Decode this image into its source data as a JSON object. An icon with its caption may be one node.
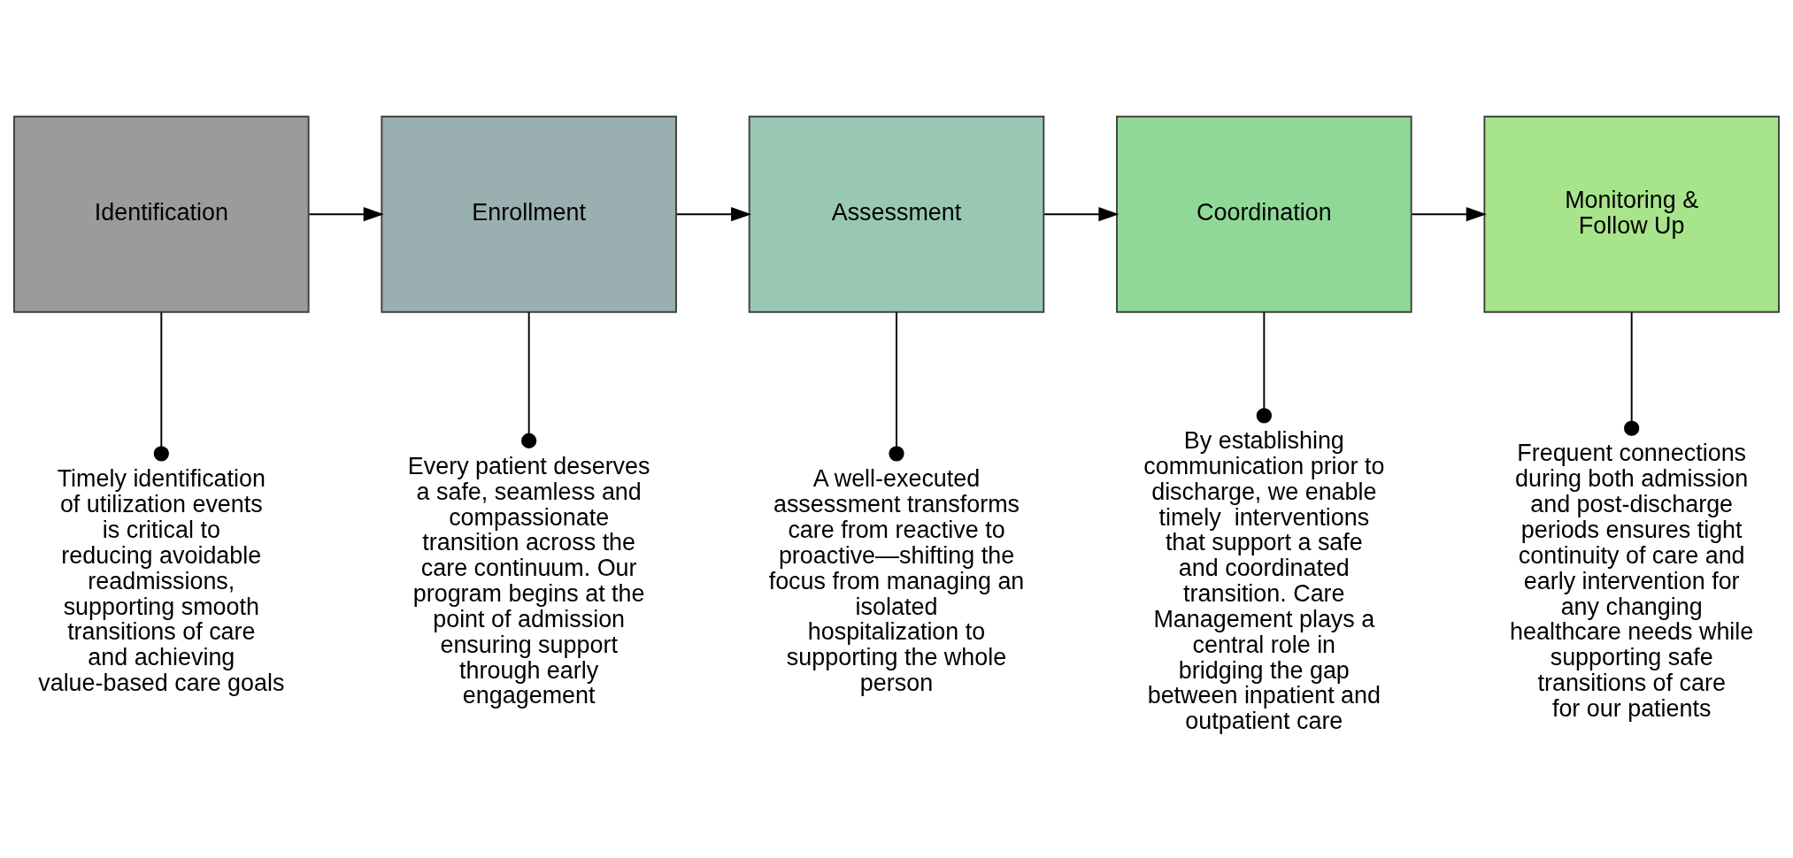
{
  "diagram": {
    "nodes": [
      {
        "text": [
          "Identification"
        ]
      },
      {
        "text": [
          "Enrollment"
        ]
      },
      {
        "text": [
          "Assessment"
        ]
      },
      {
        "text": [
          "Coordination"
        ]
      },
      {
        "text": [
          "Monitoring & Follow Up"
        ]
      },
      {
        "text": [
          "Timely identification of utilization events is critical to reducing avoidable readmissions, supporting smooth transitions of care and achieving value-based care goals"
        ]
      },
      {
        "text": [
          "Every patient deserves a safe, seamless and compassionate transition across the care continuum. Our program begins at the point of admission ensuring support through early engagement"
        ]
      },
      {
        "text": [
          "A well-executed assessment transforms care from reactive to proactive—shifting the focus from managing an isolated hospitalization to supporting the whole person"
        ]
      },
      {
        "text": [
          "By establishing communication prior to discharge, we enable timely  interventions that support a safe and coordinated transition. Care Management plays a central role in bridging the gap between inpatient and outpatient care"
        ]
      },
      {
        "text": [
          "Frequent connections during both admission and post-discharge periods ensures tight continuity of care and early intervention for any changing healthcare needs while supporting safe transitions of care for our patients"
        ]
      }
    ],
    "edges": [
      {
        "from": 0,
        "to": 1,
        "arrow": "to"
      },
      {
        "from": 1,
        "to": 2,
        "arrow": "to"
      },
      {
        "from": 2,
        "to": 3,
        "arrow": "to"
      },
      {
        "from": 3,
        "to": 4,
        "arrow": "to"
      },
      {
        "from": 0,
        "to": 5,
        "arrow": "other"
      },
      {
        "from": 1,
        "to": 6,
        "arrow": "other"
      },
      {
        "from": 2,
        "to": 7,
        "arrow": "other"
      },
      {
        "from": 3,
        "to": 8,
        "arrow": "other"
      },
      {
        "from": 4,
        "to": 9,
        "arrow": "other"
      }
    ]
  }
}
